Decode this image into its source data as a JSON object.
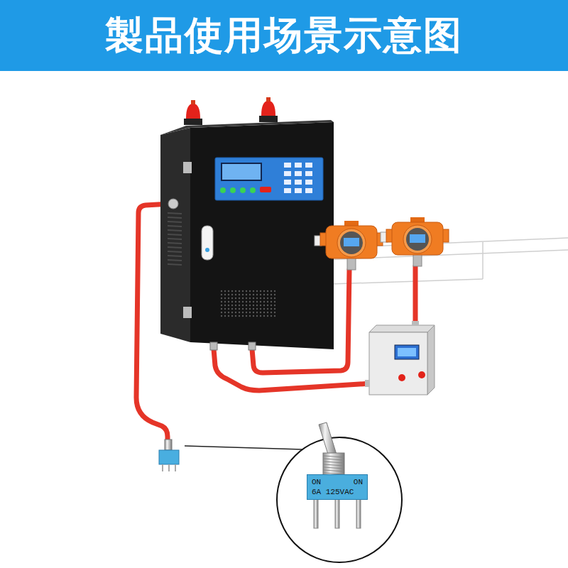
{
  "diagram": {
    "title": "製品使用场景示意图",
    "nodes": [
      {
        "text": [
          "ON",
          "ON",
          "6A 125VAC"
        ]
      }
    ]
  }
}
